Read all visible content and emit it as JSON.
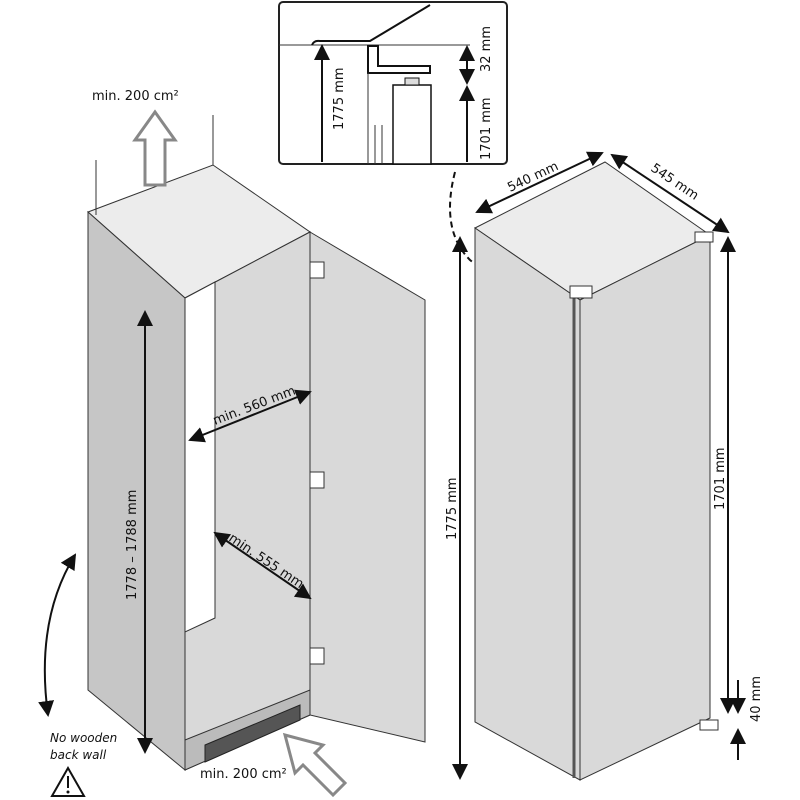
{
  "inset": {
    "height_total": "1775 mm",
    "gap": "32 mm",
    "height_unit": "1701 mm"
  },
  "cabinet": {
    "vent_top": "min. 200 cm²",
    "niche_height": "1778 – 1788 mm",
    "niche_width": "min. 560 mm",
    "niche_depth": "min. 555 mm",
    "warning_line1": "No wooden",
    "warning_line2": "back wall",
    "vent_bottom": "min. 200 cm²"
  },
  "appliance": {
    "width": "540 mm",
    "depth": "545 mm",
    "total_height": "1775 mm",
    "body_height": "1701 mm",
    "plinth_gap": "40 mm"
  }
}
